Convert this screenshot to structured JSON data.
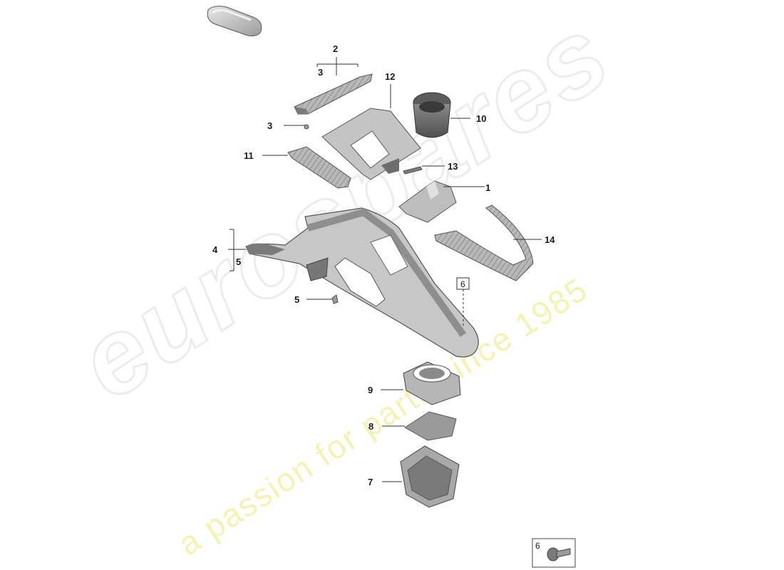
{
  "watermark": {
    "brand": "eurospares",
    "tagline": "a passion for parts since 1985"
  },
  "callouts": {
    "c1": "1",
    "c2": "2",
    "c3_bracket": "3",
    "c3_clip": "3",
    "c4": "4",
    "c5_bracket": "5",
    "c5_clip": "5",
    "c6_box": "6",
    "c6_legend": "6",
    "c7": "7",
    "c8": "8",
    "c9": "9",
    "c10": "10",
    "c11": "11",
    "c12": "12",
    "c13": "13",
    "c14": "14"
  },
  "colors": {
    "line": "#333333",
    "part_light": "#d2d2d2",
    "part_mid": "#a9a9a9",
    "part_dark": "#6f6f6f",
    "watermark_grey": "#e8e8e8",
    "watermark_yellow": "#f4f1a8"
  }
}
